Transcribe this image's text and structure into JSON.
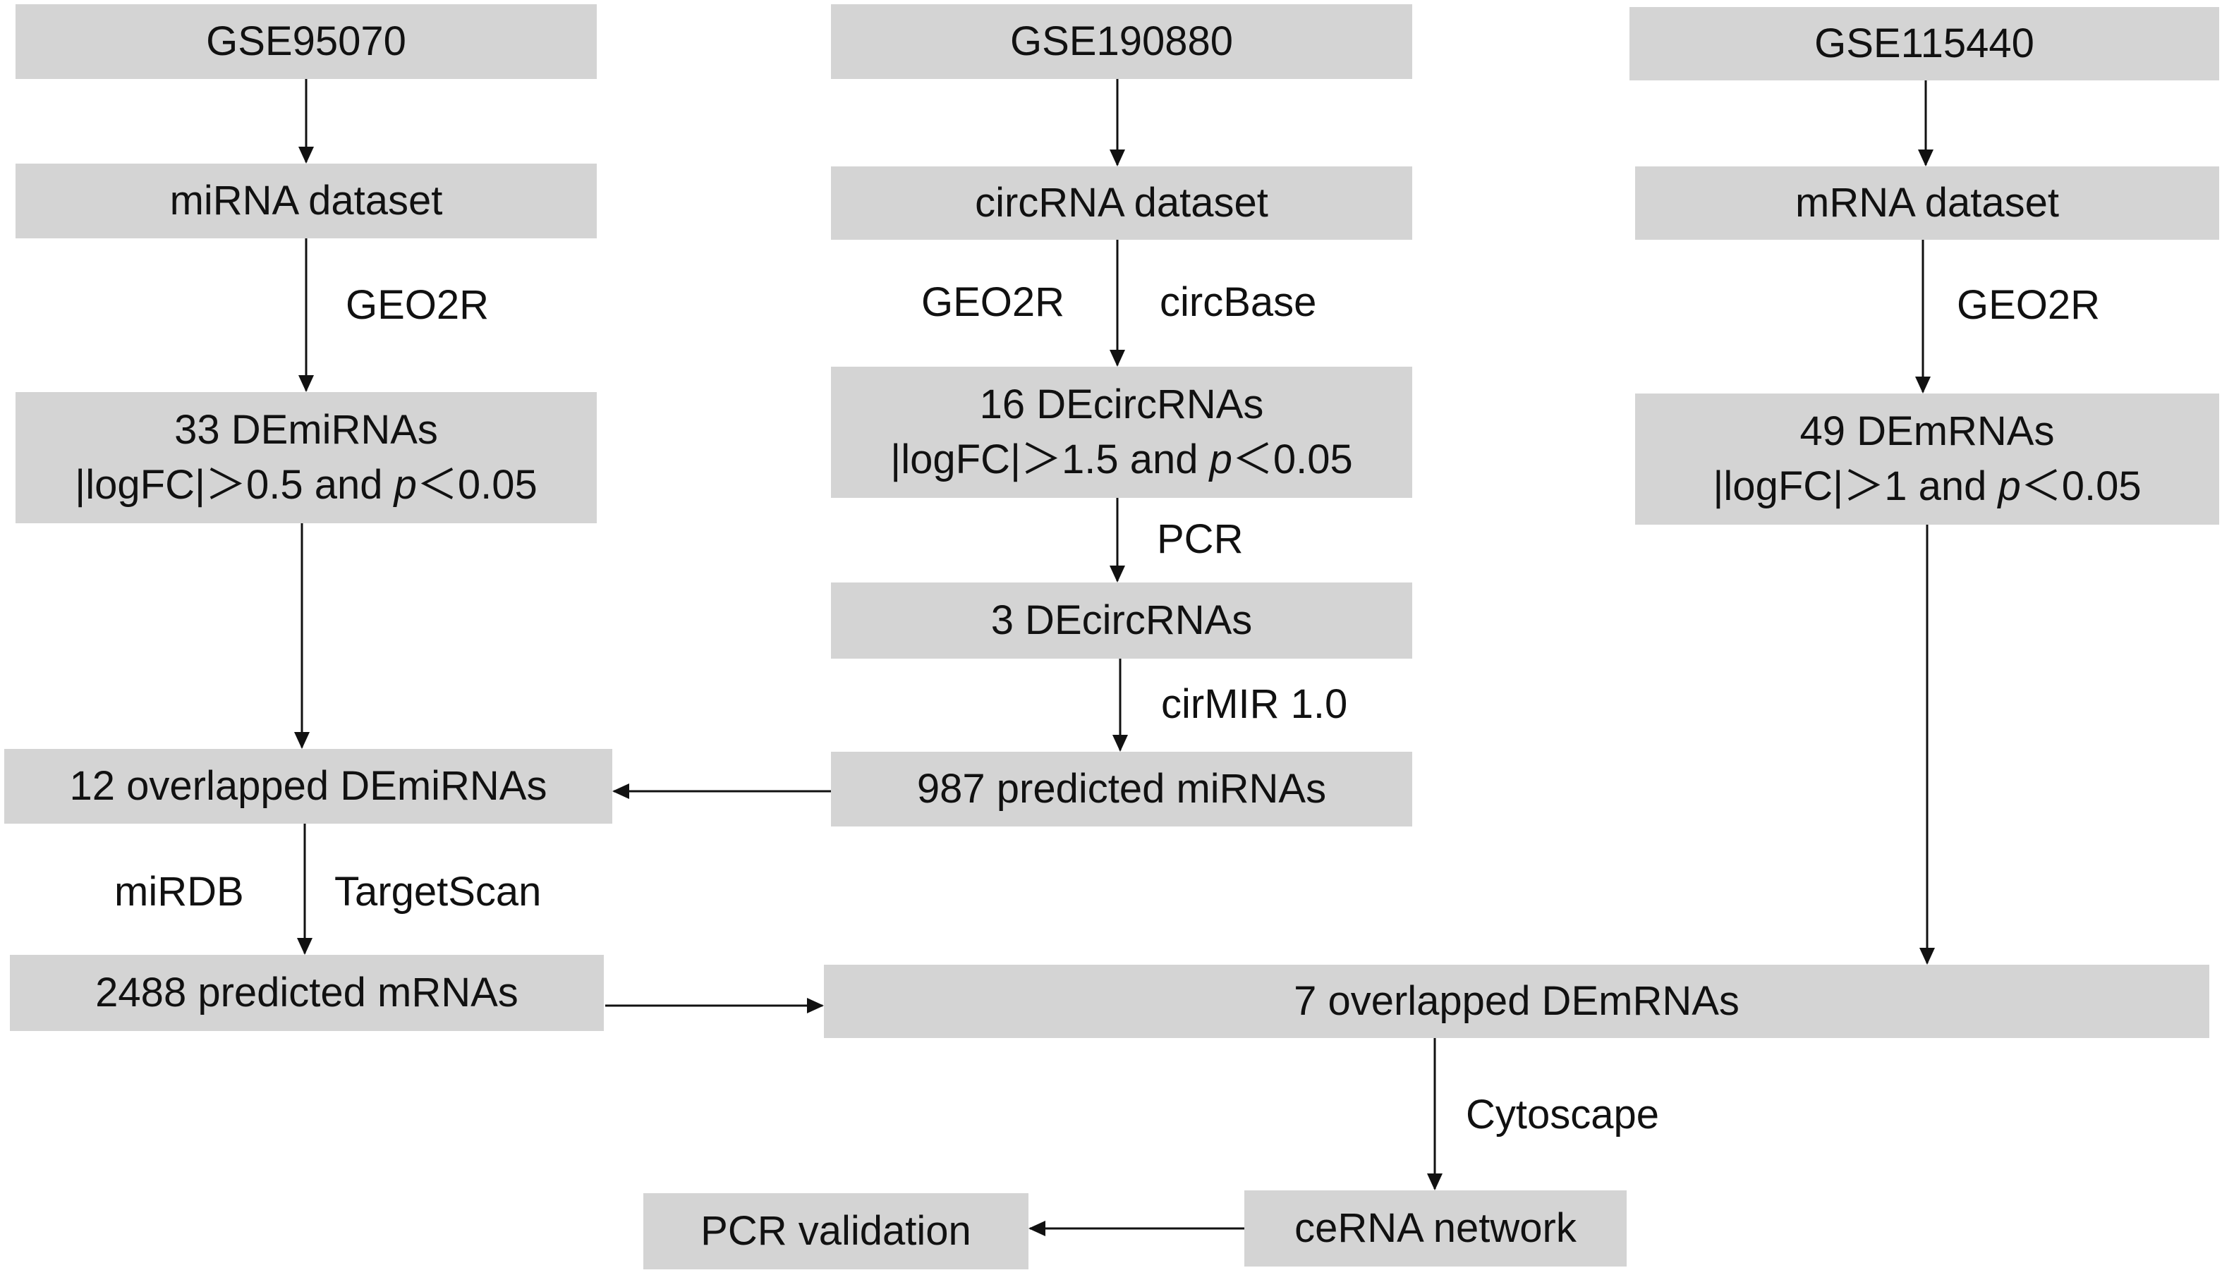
{
  "nodes": {
    "gse95070": "GSE95070",
    "gse190880": "GSE190880",
    "gse115440": "GSE115440",
    "mirna_dataset": "miRNA dataset",
    "circrna_dataset": "circRNA dataset",
    "mrna_dataset": "mRNA dataset",
    "demirnas": {
      "line1": "33 DEmiRNAs",
      "line2_pre": "|logFC|＞0.5 and ",
      "line2_p": "p",
      "line2_post": "＜0.05"
    },
    "decircrnas16": {
      "line1": "16 DEcircRNAs",
      "line2_pre": "|logFC|＞1.5 and ",
      "line2_p": "p",
      "line2_post": "＜0.05"
    },
    "demrnas": {
      "line1": "49 DEmRNAs",
      "line2_pre": "|logFC|＞1 and ",
      "line2_p": "p",
      "line2_post": "＜0.05"
    },
    "decircrnas3": "3 DEcircRNAs",
    "predicted_mirnas": "987 predicted miRNAs",
    "overlapped_demirnas": "12 overlapped DEmiRNAs",
    "predicted_mrnas": "2488 predicted mRNAs",
    "overlapped_demrnas": "7 overlapped DEmRNAs",
    "cerna_network": "ceRNA network",
    "pcr_validation": "PCR validation"
  },
  "edge_labels": {
    "geo2r_mirna": "GEO2R",
    "geo2r_circ": "GEO2R",
    "circbase": "circBase",
    "geo2r_mrna": "GEO2R",
    "pcr": "PCR",
    "cirmir": "cirMIR 1.0",
    "mirdb": "miRDB",
    "targetscan": "TargetScan",
    "cytoscape": "Cytoscape"
  },
  "colors": {
    "box_fill": "#d4d4d4",
    "line": "#111111"
  }
}
